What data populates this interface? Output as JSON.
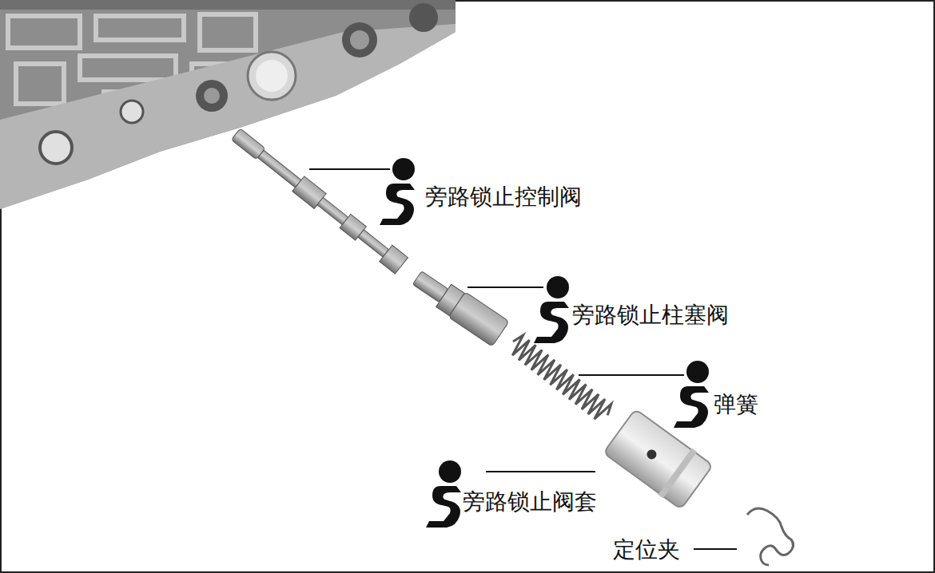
{
  "diagram": {
    "labels": [
      "旁路锁止控制阀",
      "旁路锁止柱塞阀",
      "弹簧",
      "旁路锁止阀套",
      "定位夹"
    ]
  }
}
